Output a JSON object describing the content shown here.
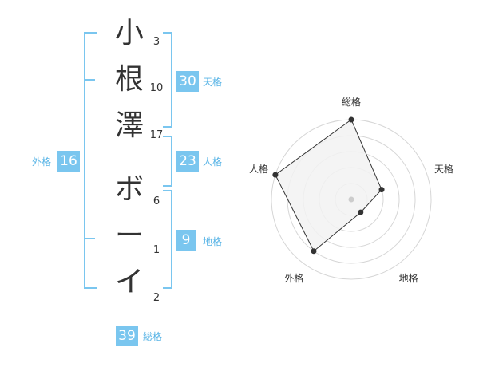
{
  "name": {
    "chars": [
      {
        "char": "小",
        "strokes": "3"
      },
      {
        "char": "根",
        "strokes": "10"
      },
      {
        "char": "澤",
        "strokes": "17"
      },
      {
        "char": "ボ",
        "strokes": "6"
      },
      {
        "char": "ー",
        "strokes": "1"
      },
      {
        "char": "イ",
        "strokes": "2"
      }
    ]
  },
  "fortunes": {
    "tenkaku": {
      "label": "天格",
      "value": "30"
    },
    "jinkaku": {
      "label": "人格",
      "value": "23"
    },
    "chikaku": {
      "label": "地格",
      "value": "9"
    },
    "gaikaku": {
      "label": "外格",
      "value": "16"
    },
    "soukaku": {
      "label": "総格",
      "value": "39"
    }
  },
  "chart_data": {
    "type": "radar",
    "axes": [
      "総格",
      "天格",
      "地格",
      "外格",
      "人格"
    ],
    "values": [
      5,
      2,
      1,
      4,
      5
    ],
    "rmax": 5,
    "rings": 5,
    "colors": {
      "ring": "#d6d6d6",
      "fill": "#f2f2f2",
      "line": "#333333",
      "point": "#333333",
      "center": "#cccccc"
    }
  },
  "colors": {
    "accent": "#7ac6ef",
    "accent_text": "#58b4e6"
  }
}
